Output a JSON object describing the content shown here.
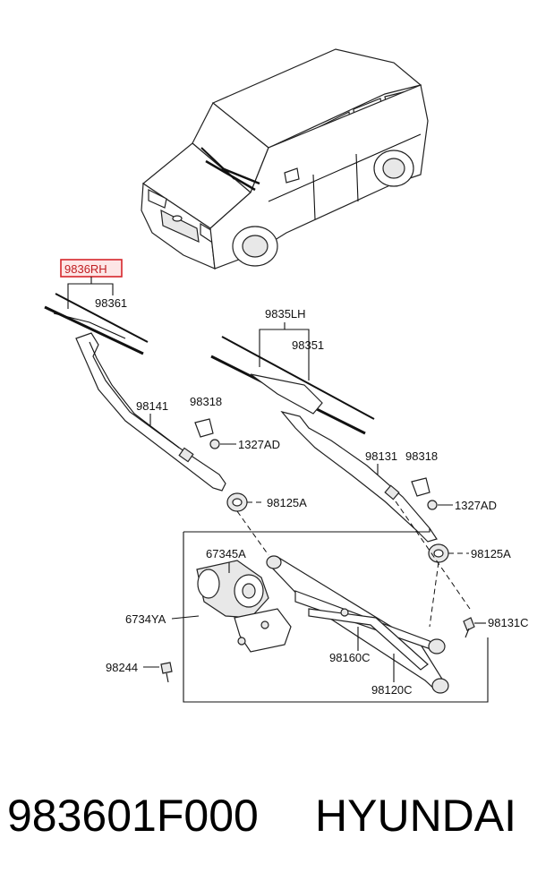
{
  "labels": {
    "blade_rh": "9836RH",
    "refill_rh": "98361",
    "blade_lh": "9835LH",
    "refill_lh": "98351",
    "arm_rh": "98141",
    "cap_rh": "98318",
    "nut_rh": "1327AD",
    "cover_rh": "98125A",
    "arm_lh": "98131",
    "cap_lh": "98318",
    "nut_lh": "1327AD",
    "cover_lh": "98125A",
    "motor": "67345A",
    "linkage": "6734YA",
    "bolt_right": "98131C",
    "bolt_left": "98244",
    "rod": "98160C",
    "crank": "98120C"
  },
  "footer": {
    "part_number": "983601F000",
    "brand": "HYUNDAI"
  }
}
